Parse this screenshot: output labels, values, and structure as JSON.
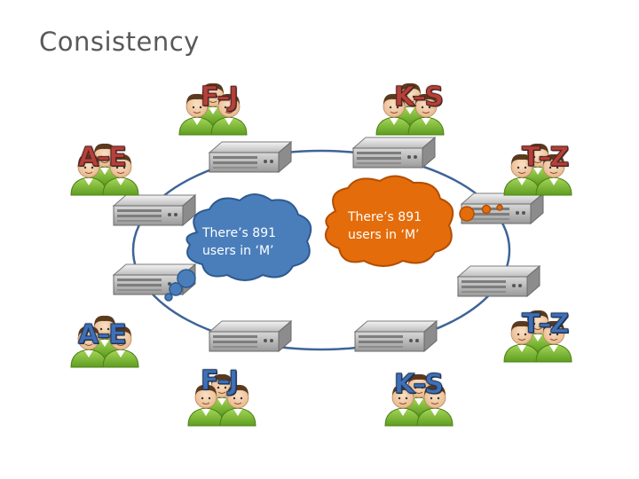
{
  "slide": {
    "title": "Consistency"
  },
  "bubbles": {
    "left": {
      "text_line1": "There’s 891",
      "text_line2": "users in ‘M’",
      "color": "#4a7ebb"
    },
    "right": {
      "text_line1": "There’s 891",
      "text_line2": "users in ‘M’",
      "color": "#e46c0a"
    }
  },
  "groups": {
    "top_a_e": "A–E",
    "top_f_j": "F–J",
    "top_k_s": "K–S",
    "top_t_z": "T–Z",
    "bottom_a_e": "A–E",
    "bottom_f_j": "F–J",
    "bottom_k_s": "K–S",
    "bottom_t_z": "T–Z"
  },
  "colors": {
    "ring": "#3f6496",
    "server_body": "#d9d9d9",
    "user_shirt": "#8cc63f",
    "red_label": "#b5403a",
    "blue_label": "#3f6fb6"
  }
}
